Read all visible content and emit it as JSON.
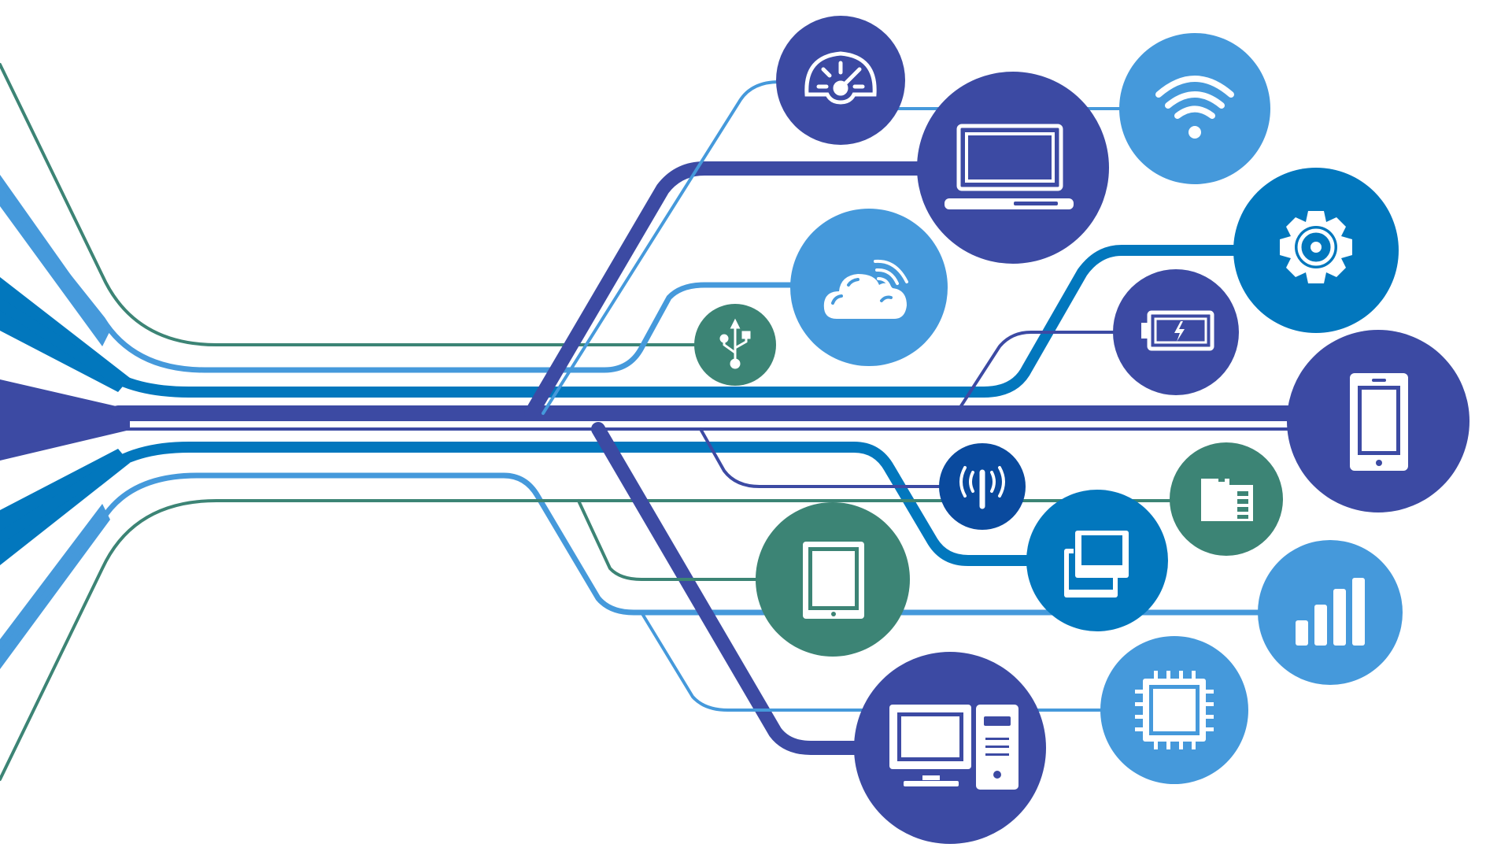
{
  "palette": {
    "indigo": "#3c4aa3",
    "sky": "#4599db",
    "ocean": "#0277bd",
    "teal": "#3c8475",
    "navy": "#0a4a9e",
    "white": "#ffffff"
  },
  "devices": [
    {
      "id": "speedometer",
      "icon": "speedometer-icon",
      "color": "indigo"
    },
    {
      "id": "laptop",
      "icon": "laptop-icon",
      "color": "indigo"
    },
    {
      "id": "wifi",
      "icon": "wifi-icon",
      "color": "sky"
    },
    {
      "id": "cloud",
      "icon": "cloud-icon",
      "color": "sky"
    },
    {
      "id": "settings",
      "icon": "gear-icon",
      "color": "ocean"
    },
    {
      "id": "usb",
      "icon": "usb-icon",
      "color": "teal"
    },
    {
      "id": "battery",
      "icon": "battery-icon",
      "color": "indigo"
    },
    {
      "id": "smartphone",
      "icon": "smartphone-icon",
      "color": "indigo"
    },
    {
      "id": "antenna",
      "icon": "antenna-icon",
      "color": "navy"
    },
    {
      "id": "memory-card",
      "icon": "sd-card-icon",
      "color": "teal"
    },
    {
      "id": "tablet",
      "icon": "tablet-icon",
      "color": "teal"
    },
    {
      "id": "screens",
      "icon": "dual-screen-icon",
      "color": "ocean"
    },
    {
      "id": "signal",
      "icon": "signal-bars-icon",
      "color": "sky"
    },
    {
      "id": "chip",
      "icon": "chip-icon",
      "color": "sky"
    },
    {
      "id": "desktop",
      "icon": "desktop-computer-icon",
      "color": "indigo"
    }
  ]
}
